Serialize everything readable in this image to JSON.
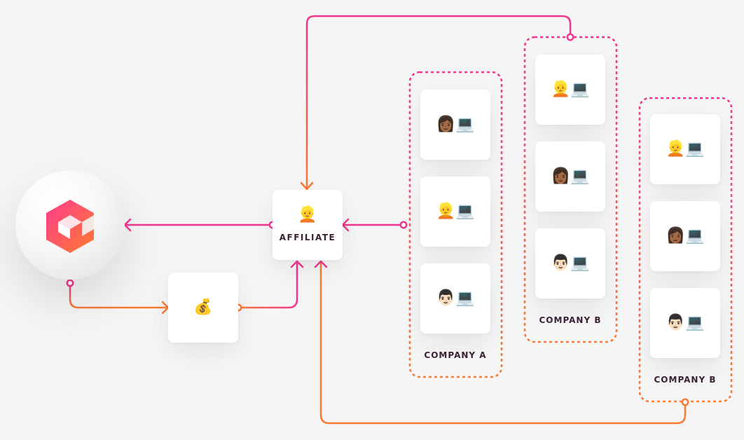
{
  "affiliate": {
    "label": "AFFILIATE",
    "icon": "person-blond-icon",
    "emoji": "👱"
  },
  "brand": {
    "icon": "logo-hexagon-icon",
    "color_start": "#ff3c8e",
    "color_end": "#ff7a2f"
  },
  "payment": {
    "icon": "money-bag-icon",
    "emoji": "💰"
  },
  "companies": [
    {
      "label": "COMPANY A",
      "members": [
        {
          "icon": "woman-laptop-icon",
          "emoji": "👩🏾💻"
        },
        {
          "icon": "blond-person-laptop-icon",
          "emoji": "👱💻"
        },
        {
          "icon": "man-laptop-icon",
          "emoji": "👨🏻💻"
        }
      ]
    },
    {
      "label": "COMPANY B",
      "members": [
        {
          "icon": "blond-person-laptop-icon",
          "emoji": "👱💻"
        },
        {
          "icon": "woman-laptop-icon",
          "emoji": "👩🏾💻"
        },
        {
          "icon": "man-laptop-icon",
          "emoji": "👨🏻💻"
        }
      ]
    },
    {
      "label": "COMPANY B",
      "members": [
        {
          "icon": "blond-person-laptop-icon",
          "emoji": "👱💻"
        },
        {
          "icon": "woman-laptop-icon",
          "emoji": "👩🏾💻"
        },
        {
          "icon": "man-laptop-icon",
          "emoji": "👨🏻💻"
        }
      ]
    }
  ],
  "colors": {
    "pink": "#f2358f",
    "orange": "#f97a35",
    "label_text": "#3a1f35",
    "background": "#f5f5f5"
  }
}
